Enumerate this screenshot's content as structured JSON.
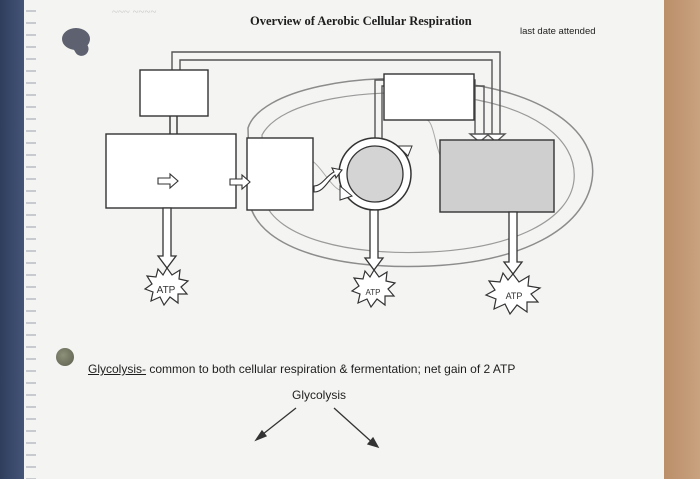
{
  "worksheet": {
    "title": "Overview of Aerobic Cellular Respiration",
    "last_date_label": "last date attended"
  },
  "diagram": {
    "atp_labels": [
      "ATP",
      "ATP",
      "ATP"
    ]
  },
  "question": {
    "term": "Glycolysis-",
    "text": " common to both cellular respiration & fermentation; net gain of 2 ATP",
    "sub_label": "Glycolysis"
  }
}
